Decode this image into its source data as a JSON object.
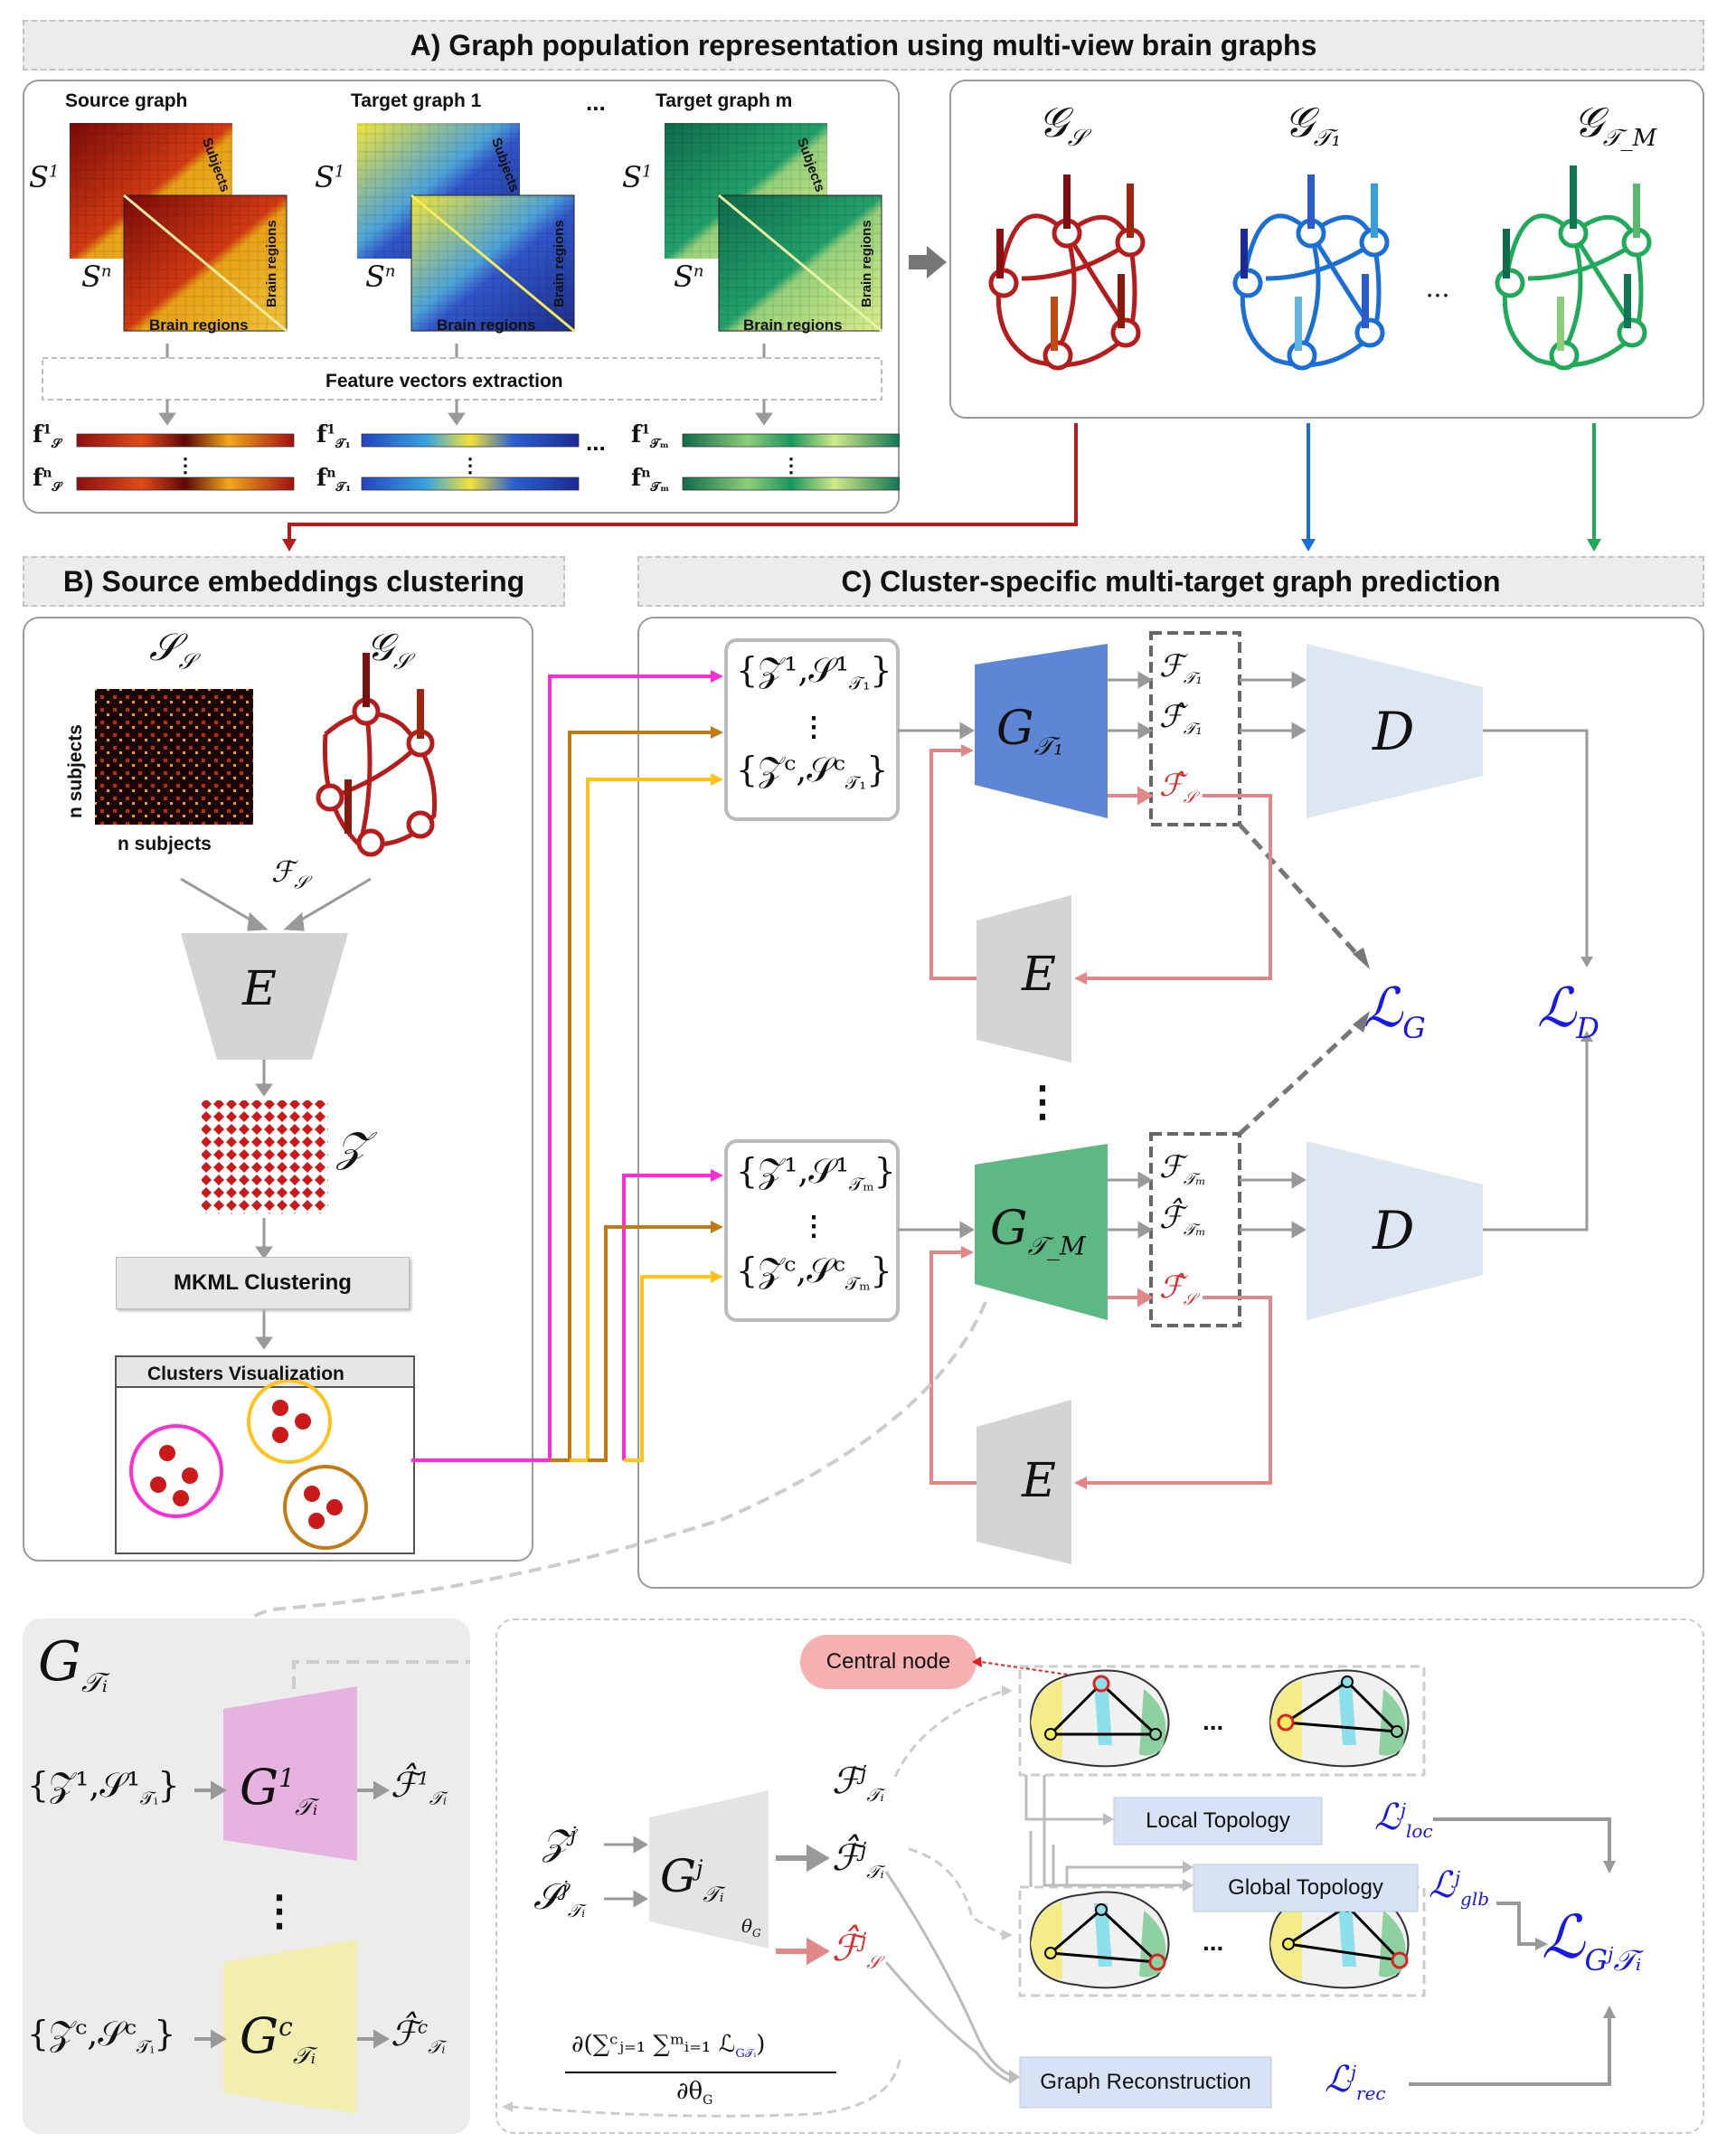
{
  "sections": {
    "a_title": "A) Graph population representation using multi-view brain graphs",
    "b_title": "B) Source embeddings clustering",
    "c_title": "C) Cluster-specific multi-target graph prediction"
  },
  "panel_a": {
    "source_graph": "Source graph",
    "target_graph_1": "Target graph 1",
    "ellipsis": "...",
    "target_graph_m": "Target graph m",
    "subjects": "Subjects",
    "brain_regions": "Brain regions",
    "s1": "S",
    "s1_sup": "1",
    "sn_sup": "n",
    "feature_extraction": "Feature vectors extraction",
    "graph_labels": [
      "𝒢",
      "𝒢",
      "𝒢"
    ],
    "graph_subs": [
      "𝒮",
      "𝒯₁",
      "𝒯_M"
    ]
  },
  "panel_b": {
    "similarity": "𝒮",
    "similarity_sub": "𝒮",
    "graph": "𝒢",
    "graph_sub": "𝒮",
    "n_subjects_y": "n subjects",
    "n_subjects_x": "n subjects",
    "features": "ℱ",
    "features_sub": "𝒮",
    "encoder": "E",
    "embedding": "𝒵",
    "clustering": "MKML Clustering",
    "clusters_vis": "Clusters Visualization"
  },
  "panel_c": {
    "set_1_top": "{𝒵¹,𝒮¹",
    "set_1_top_sub": "𝒯₁",
    "set_c_top": "{𝒵ᶜ,𝒮ᶜ",
    "set_c_top_sub": "𝒯₁",
    "set_1_bot": "{𝒵¹,𝒮¹",
    "set_1_bot_sub": "𝒯ₘ",
    "set_c_bot": "{𝒵ᶜ,𝒮ᶜ",
    "set_c_bot_sub": "𝒯ₘ",
    "gen_top": "G",
    "gen_top_sub": "𝒯₁",
    "gen_bot": "G",
    "gen_bot_sub": "𝒯_M",
    "encoder": "E",
    "discriminator": "D",
    "loss_g": "ℒ",
    "loss_g_sub": "G",
    "loss_d": "ℒ",
    "loss_d_sub": "D",
    "f_t1": "ℱ",
    "f_t1_sub": "𝒯₁",
    "fhat_t1": "ℱ̂",
    "fhat_s": "ℱ̂",
    "fhat_s_sub": "𝒮",
    "f_tm_sub": "𝒯ₘ",
    "vdots": "⋮"
  },
  "panel_d": {
    "title": "G",
    "title_sub": "𝒯ᵢ",
    "in_1": "{𝒵¹,𝒮¹",
    "in_c": "{𝒵ᶜ,𝒮ᶜ",
    "in_sub": "𝒯ᵢ",
    "gen_1": "G",
    "gen_1_sup": "1",
    "gen_c_sup": "c",
    "gen_sub": "𝒯ᵢ",
    "out_1": "ℱ̂",
    "vdots": "⋮"
  },
  "panel_e": {
    "central_node": "Central node",
    "ellipsis": "...",
    "local_topology": "Local Topology",
    "global_topology": "Global Topology",
    "graph_reconstruction": "Graph Reconstruction",
    "z_j": "𝒵",
    "s_j": "𝒮",
    "gen": "G",
    "theta": "θ",
    "theta_sub": "G",
    "f_j": "ℱ",
    "fhat_j": "ℱ̂",
    "fhat_s": "ℱ̂",
    "loss": "ℒ",
    "loc": "loc",
    "glb": "glb",
    "rec": "rec",
    "gradient_num": "∂(∑ᶜⱼ₌₁ ∑ᵐᵢ₌₁ ℒ",
    "gradient_num_sub": "G𝒯ᵢ",
    "gradient_den": "∂θ",
    "gradient_den_sub": "G"
  },
  "colors": {
    "source_red": "#b71c1c",
    "target1_blue": "#1a6fd6",
    "targetm_green": "#1faa59",
    "cluster_magenta": "#ff2bd6",
    "cluster_brown": "#c47a12",
    "cluster_yellow": "#ffc21a",
    "gen_blue": "#5d86d4",
    "gen_green": "#5db884",
    "disc_blue": "#dde7f2",
    "enc_gray": "#d4d4d4",
    "pink_gen": "#e6b3e0",
    "yellow_gen": "#f1eeb0",
    "loss_blue": "#1717e6",
    "central_node_fill": "#f7b0b0",
    "topo_fill": "#d7e3f4"
  }
}
